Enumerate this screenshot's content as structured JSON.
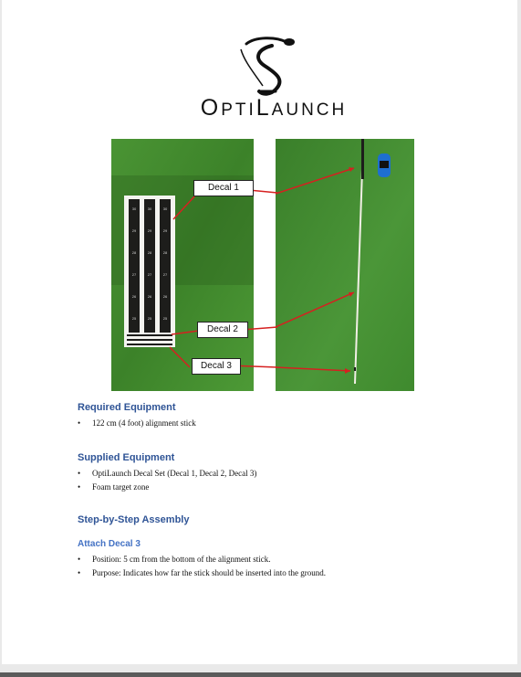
{
  "brand": {
    "name_first_big": "O",
    "name_first_small": "PTI",
    "name_second_big": "L",
    "name_second_small": "AUNCH",
    "logo_icon": "golfer-swing-logo-icon"
  },
  "figure": {
    "callouts": [
      {
        "label": "Decal 1"
      },
      {
        "label": "Decal 2"
      },
      {
        "label": "Decal 3"
      }
    ],
    "decal_numbers": [
      "30",
      "29",
      "28",
      "27",
      "26",
      "25"
    ],
    "colors": {
      "turf": "#3f8a2e",
      "turf_dark": "#2e6b22",
      "arrow": "#d62020",
      "stick": "#f2efe6"
    }
  },
  "required": {
    "heading": "Required Equipment",
    "items": [
      "122 cm (4 foot) alignment stick"
    ]
  },
  "supplied": {
    "heading": "Supplied Equipment",
    "items": [
      "OptiLaunch Decal Set (Decal 1, Decal 2, Decal 3)",
      "Foam target zone"
    ]
  },
  "assembly": {
    "heading": "Step-by-Step Assembly",
    "step": {
      "heading": "Attach Decal 3",
      "items": [
        "Position: 5 cm from the bottom of the alignment stick.",
        "Purpose: Indicates how far the stick should be inserted into the ground."
      ]
    }
  }
}
